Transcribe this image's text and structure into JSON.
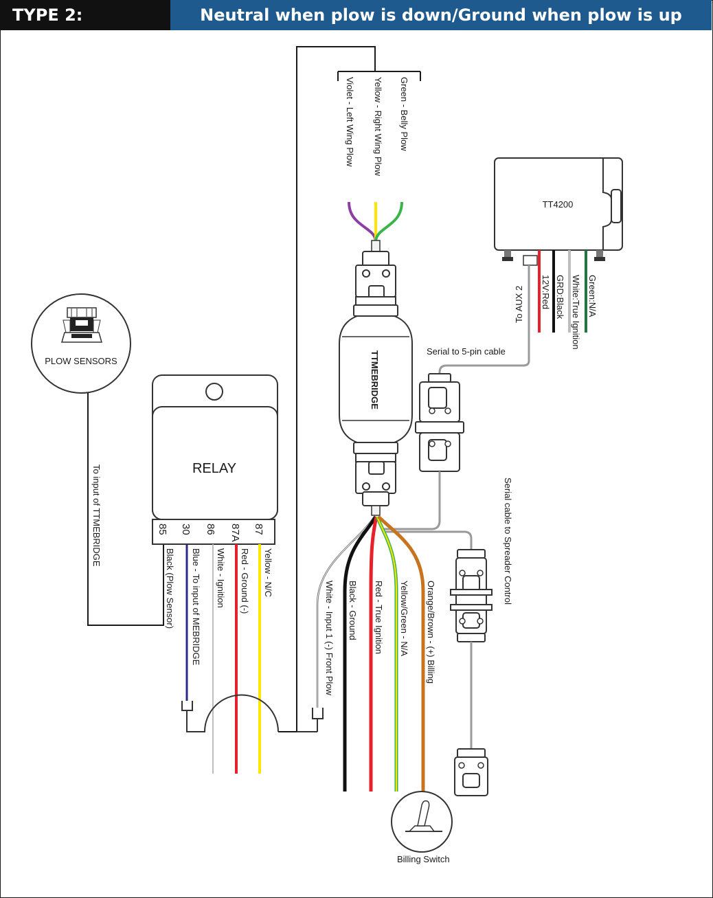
{
  "header": {
    "type_label": "TYPE 2:",
    "title": "Neutral when plow is down/Ground when plow is up"
  },
  "colors": {
    "header_left": "#111111",
    "header_right": "#1e5a8e",
    "violet": "#8b3fa3",
    "yellow": "#ffe600",
    "green": "#3cb44b",
    "red": "#e8202a",
    "black": "#111111",
    "blue": "#2a2a8c",
    "white_wire": "#bdbdbd",
    "orange_brown": "#c8741e",
    "dark_green": "#1e7a3c"
  },
  "plow_sensors": {
    "label": "PLOW SENSORS",
    "wire_label": "To input of TTMEBRIDGE"
  },
  "plow_group": {
    "wires": [
      "Violet - Left Wing Plow",
      "Yellow - Right Wing Plow",
      "Green - Belly Plow"
    ]
  },
  "relay": {
    "label": "RELAY",
    "terminals": [
      "85",
      "30",
      "86",
      "87A",
      "87"
    ],
    "wires": [
      "Black (Plow Sensor)",
      "Blue - To input of MEBRIDGE",
      "White - Ignition",
      "Red - Ground (-)",
      "Yellow - N/C"
    ]
  },
  "ttmebridge": {
    "label": "TTMEBRIDGE"
  },
  "bridge_wires": [
    "White - Input 1 (-) Front Plow",
    "Black - Ground",
    "Red - True Ignition",
    "Yellow/Green - N/A",
    "Orange/Brown - (+) Billing"
  ],
  "tt4200": {
    "label": "TT4200",
    "wires": [
      "To AUX 2",
      "12V:Red",
      "GRD:Black",
      "White:True Ignition",
      "Green:N/A"
    ]
  },
  "serial_5pin_label": "Serial to 5-pin cable",
  "serial_spreader_label": "Serial cable to Spreader Control",
  "billing_switch_label": "Billing Switch"
}
